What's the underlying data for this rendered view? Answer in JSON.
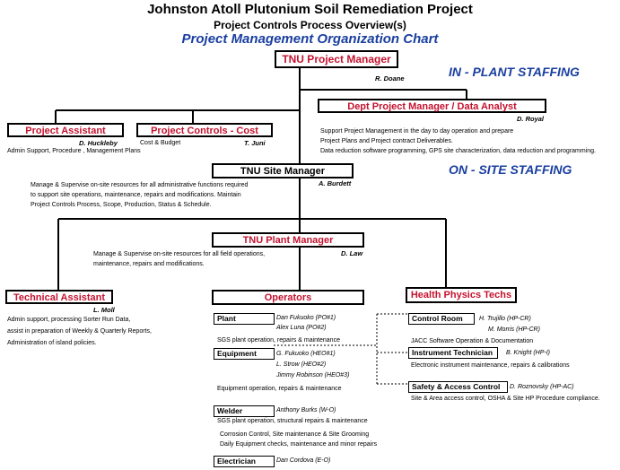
{
  "header": {
    "title": "Johnston Atoll Plutonium Soil Remediation Project",
    "subtitle": "Project Controls Process Overview(s)",
    "chart_title": "Project Management Organization Chart"
  },
  "zones": {
    "in_plant": "IN - PLANT STAFFING",
    "on_site": "ON - SITE STAFFING"
  },
  "tnu_pm": {
    "title": "TNU  Project  Manager",
    "name": "R. Doane"
  },
  "project_assistant": {
    "title": "Project Assistant",
    "name": "D. Huckleby",
    "desc": "Admin Support, Procedure , Management Plans"
  },
  "project_controls": {
    "title": "Project Controls - Cost",
    "name": "T. Juni",
    "desc": "Cost & Budget"
  },
  "dept_pm": {
    "title": "Dept Project Manager / Data Analyst",
    "name": "D. Royal",
    "desc": [
      "Support Project Management in the day to day operation and prepare",
      "Project Plans and Project contract Deliverables.",
      "Data reduction software programming, GPS site characterization, data reduction and programming."
    ]
  },
  "site_manager": {
    "title": "TNU Site Manager",
    "name": "A. Burdett",
    "desc": [
      "Manage & Supervise on-site resources for all administrative functions required",
      "to support site operations, maintenance, repairs and modifications.  Maintain",
      "Project  Controls Process, Scope, Production, Status & Schedule."
    ]
  },
  "plant_manager": {
    "title": "TNU Plant Manager",
    "name": "D. Law",
    "desc": [
      "Manage & Supervise on-site resources for all field operations,",
      "maintenance, repairs and modifications."
    ]
  },
  "tech_assistant": {
    "title": "Technical Assistant",
    "name": "L. Moll",
    "desc": [
      "Admin support, processing Sorter Run Data,",
      "assist in preparation of Weekly & Quarterly Reports,",
      "Administration of island policies."
    ]
  },
  "operators": {
    "title": "Operators",
    "plant": {
      "label": "Plant",
      "names": [
        "Dan Fukuoko (PO#1)",
        "Alex Luna (PO#2)"
      ],
      "desc": "SGS plant operation, repairs & maintenance"
    },
    "equipment": {
      "label": "Equipment",
      "names": [
        "G. Fukuoko (HEO#1)",
        "L. Strow (HEO#2)",
        "Jimmy Robinson (HEO#3)"
      ],
      "desc": "Equipment operation, repairs & maintenance"
    },
    "welder": {
      "label": "Welder",
      "names": [
        "Anthony Burks (W-O)"
      ],
      "desc": [
        "SGS plant operation, structural repairs & maintenance",
        "Corrosion Control, Site maintenance & Site Grooming",
        "Daily Equipment checks, maintenance and minor repairs"
      ]
    },
    "electrician": {
      "label": "Electrician",
      "names": [
        "Dan Cordova (E-O)"
      ]
    }
  },
  "health_physics": {
    "title": "Health Physics Techs",
    "control_room": {
      "label": "Control Room",
      "names": [
        "H. Trujillo (HP-CR)",
        "M. Morris (HP-CR)"
      ],
      "desc": "JACC Software Operation & Documentation"
    },
    "instrument": {
      "label": "Instrument  Technician",
      "names": [
        "B. Knight (HP-I)"
      ],
      "desc": "Electronic instrument maintenance, repairs & calibrations"
    },
    "safety": {
      "label": "Safety & Access Control",
      "names": [
        "D. Roznovsky (HP-AC)"
      ],
      "desc": "Site & Area access control, OSHA & Site HP Procedure compliance."
    }
  }
}
